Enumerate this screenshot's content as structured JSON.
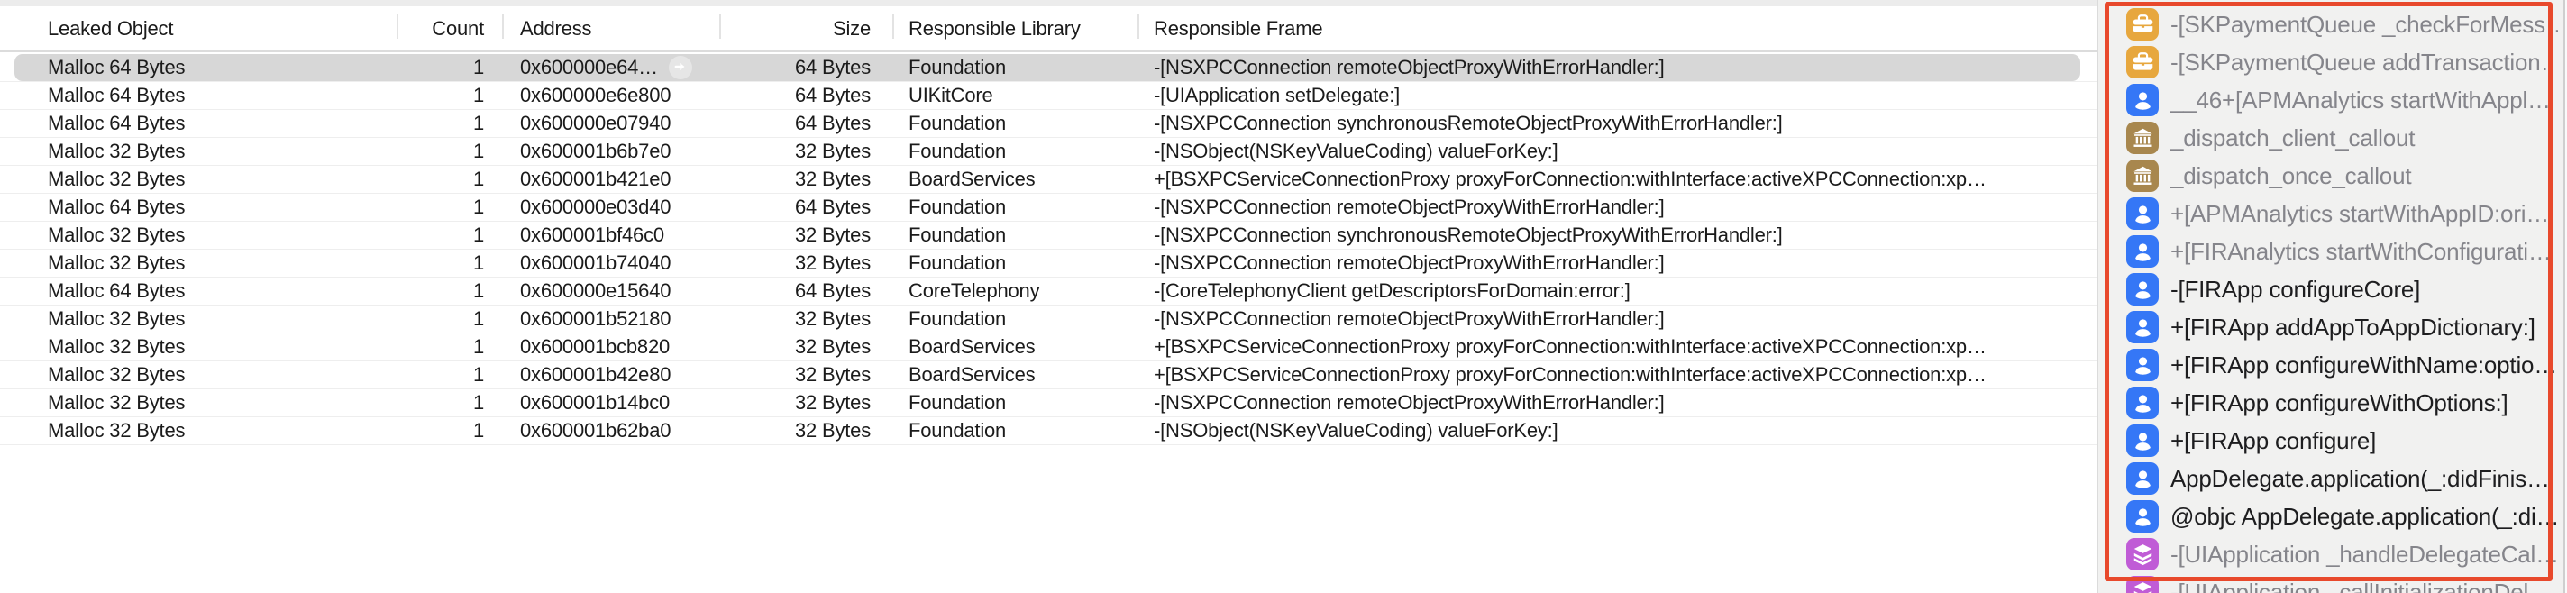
{
  "colors": {
    "selection": "#d7d7d7",
    "red_annotation_frame": "#e8492c",
    "panel_background": "#f1f1f0",
    "secondary_text": "#85858b",
    "primary_text": "#1d1d1f"
  },
  "table": {
    "columns": [
      {
        "key": "leaked-object",
        "align": "left",
        "label": "Leaked Object"
      },
      {
        "key": "count",
        "align": "right",
        "label": "Count"
      },
      {
        "key": "address",
        "align": "left",
        "label": "Address"
      },
      {
        "key": "size",
        "align": "right",
        "label": "Size"
      },
      {
        "key": "responsible-library",
        "align": "left",
        "label": "Responsible Library"
      },
      {
        "key": "responsible-frame",
        "align": "left",
        "label": "Responsible Frame"
      }
    ],
    "rows": [
      {
        "object": "Malloc 64 Bytes",
        "count": "1",
        "address": "0x600000e64…",
        "size": "64 Bytes",
        "library": "Foundation",
        "frame": "-[NSXPCConnection remoteObjectProxyWithErrorHandler:]",
        "selected": true,
        "detail_button": true
      },
      {
        "object": "Malloc 64 Bytes",
        "count": "1",
        "address": "0x600000e6e800",
        "size": "64 Bytes",
        "library": "UIKitCore",
        "frame": "-[UIApplication setDelegate:]",
        "selected": false,
        "detail_button": false
      },
      {
        "object": "Malloc 64 Bytes",
        "count": "1",
        "address": "0x600000e07940",
        "size": "64 Bytes",
        "library": "Foundation",
        "frame": "-[NSXPCConnection synchronousRemoteObjectProxyWithErrorHandler:]",
        "selected": false,
        "detail_button": false
      },
      {
        "object": "Malloc 32 Bytes",
        "count": "1",
        "address": "0x600001b6b7e0",
        "size": "32 Bytes",
        "library": "Foundation",
        "frame": "-[NSObject(NSKeyValueCoding) valueForKey:]",
        "selected": false,
        "detail_button": false
      },
      {
        "object": "Malloc 32 Bytes",
        "count": "1",
        "address": "0x600001b421e0",
        "size": "32 Bytes",
        "library": "BoardServices",
        "frame": "+[BSXPCServiceConnectionProxy proxyForConnection:withInterface:activeXPCConnection:xp…",
        "selected": false,
        "detail_button": false
      },
      {
        "object": "Malloc 64 Bytes",
        "count": "1",
        "address": "0x600000e03d40",
        "size": "64 Bytes",
        "library": "Foundation",
        "frame": "-[NSXPCConnection remoteObjectProxyWithErrorHandler:]",
        "selected": false,
        "detail_button": false
      },
      {
        "object": "Malloc 32 Bytes",
        "count": "1",
        "address": "0x600001bf46c0",
        "size": "32 Bytes",
        "library": "Foundation",
        "frame": "-[NSXPCConnection synchronousRemoteObjectProxyWithErrorHandler:]",
        "selected": false,
        "detail_button": false
      },
      {
        "object": "Malloc 32 Bytes",
        "count": "1",
        "address": "0x600001b74040",
        "size": "32 Bytes",
        "library": "Foundation",
        "frame": "-[NSXPCConnection remoteObjectProxyWithErrorHandler:]",
        "selected": false,
        "detail_button": false
      },
      {
        "object": "Malloc 64 Bytes",
        "count": "1",
        "address": "0x600000e15640",
        "size": "64 Bytes",
        "library": "CoreTelephony",
        "frame": "-[CoreTelephonyClient getDescriptorsForDomain:error:]",
        "selected": false,
        "detail_button": false
      },
      {
        "object": "Malloc 32 Bytes",
        "count": "1",
        "address": "0x600001b52180",
        "size": "32 Bytes",
        "library": "Foundation",
        "frame": "-[NSXPCConnection remoteObjectProxyWithErrorHandler:]",
        "selected": false,
        "detail_button": false
      },
      {
        "object": "Malloc 32 Bytes",
        "count": "1",
        "address": "0x600001bcb820",
        "size": "32 Bytes",
        "library": "BoardServices",
        "frame": "+[BSXPCServiceConnectionProxy proxyForConnection:withInterface:activeXPCConnection:xp…",
        "selected": false,
        "detail_button": false
      },
      {
        "object": "Malloc 32 Bytes",
        "count": "1",
        "address": "0x600001b42e80",
        "size": "32 Bytes",
        "library": "BoardServices",
        "frame": "+[BSXPCServiceConnectionProxy proxyForConnection:withInterface:activeXPCConnection:xp…",
        "selected": false,
        "detail_button": false
      },
      {
        "object": "Malloc 32 Bytes",
        "count": "1",
        "address": "0x600001b14bc0",
        "size": "32 Bytes",
        "library": "Foundation",
        "frame": "-[NSXPCConnection remoteObjectProxyWithErrorHandler:]",
        "selected": false,
        "detail_button": false
      },
      {
        "object": "Malloc 32 Bytes",
        "count": "1",
        "address": "0x600001b62ba0",
        "size": "32 Bytes",
        "library": "Foundation",
        "frame": "-[NSObject(NSKeyValueCoding) valueForKey:]",
        "selected": false,
        "detail_button": false
      }
    ]
  },
  "stack_panel": {
    "icon_colors": {
      "briefcase-icon": "#e7a73e",
      "person-icon": "#3577f6",
      "bank-icon": "#a8874e",
      "layers-icon": "#c05cd6"
    },
    "items": [
      {
        "icon": "briefcase-icon",
        "tone": "secondary",
        "label": "-[SKPaymentQueue _checkForMess…"
      },
      {
        "icon": "briefcase-icon",
        "tone": "secondary",
        "label": "-[SKPaymentQueue addTransaction…"
      },
      {
        "icon": "person-icon",
        "tone": "secondary",
        "label": "__46+[APMAnalytics startWithAppl…"
      },
      {
        "icon": "bank-icon",
        "tone": "secondary",
        "label": "_dispatch_client_callout"
      },
      {
        "icon": "bank-icon",
        "tone": "secondary",
        "label": "_dispatch_once_callout"
      },
      {
        "icon": "person-icon",
        "tone": "secondary",
        "label": "+[APMAnalytics startWithAppID:ori…"
      },
      {
        "icon": "person-icon",
        "tone": "secondary",
        "label": "+[FIRAnalytics startWithConfigurati…"
      },
      {
        "icon": "person-icon",
        "tone": "primary",
        "label": "-[FIRApp configureCore]"
      },
      {
        "icon": "person-icon",
        "tone": "primary",
        "label": "+[FIRApp addAppToAppDictionary:]"
      },
      {
        "icon": "person-icon",
        "tone": "primary",
        "label": "+[FIRApp configureWithName:optio…"
      },
      {
        "icon": "person-icon",
        "tone": "primary",
        "label": "+[FIRApp configureWithOptions:]"
      },
      {
        "icon": "person-icon",
        "tone": "primary",
        "label": "+[FIRApp configure]"
      },
      {
        "icon": "person-icon",
        "tone": "primary",
        "label": "AppDelegate.application(_:didFinis…"
      },
      {
        "icon": "person-icon",
        "tone": "primary",
        "label": "@objc AppDelegate.application(_:di…"
      },
      {
        "icon": "layers-icon",
        "tone": "secondary",
        "label": "-[UIApplication _handleDelegateCal…"
      },
      {
        "icon": "layers-icon",
        "tone": "secondary",
        "label": "-[UIApplication _callInitializationDel…"
      }
    ]
  }
}
